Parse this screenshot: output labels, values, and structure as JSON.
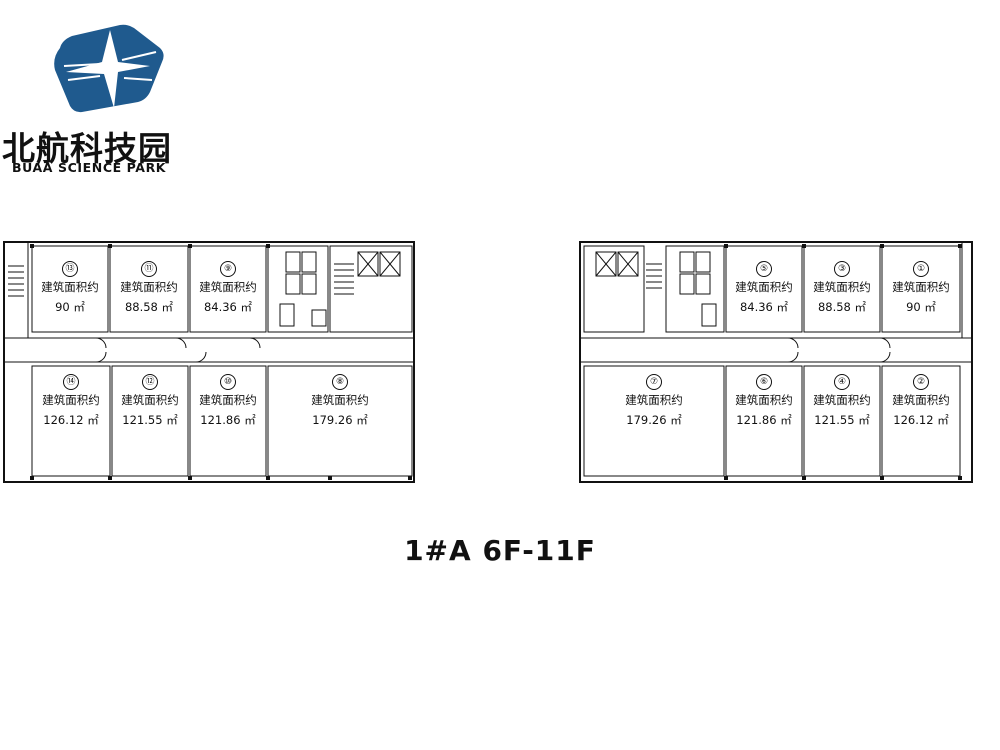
{
  "logo": {
    "name_cn": "北航科技园",
    "name_en": "BUAA SCIENCE PARK"
  },
  "colors": {
    "brand_blue": "#1f5a8e",
    "line": "#111111",
    "background": "#ffffff"
  },
  "area_unit": "㎡",
  "caption": "1#A  6F-11F",
  "left_plan": {
    "rooms": [
      {
        "number": "⑬",
        "label": "建筑面积约",
        "area": "90 ㎡"
      },
      {
        "number": "⑪",
        "label": "建筑面积约",
        "area": "88.58 ㎡"
      },
      {
        "number": "⑨",
        "label": "建筑面积约",
        "area": "84.36 ㎡"
      },
      {
        "number": "⑭",
        "label": "建筑面积约",
        "area": "126.12 ㎡"
      },
      {
        "number": "⑫",
        "label": "建筑面积约",
        "area": "121.55 ㎡"
      },
      {
        "number": "⑩",
        "label": "建筑面积约",
        "area": "121.86 ㎡"
      },
      {
        "number": "⑧",
        "label": "建筑面积约",
        "area": "179.26 ㎡"
      }
    ]
  },
  "right_plan": {
    "rooms": [
      {
        "number": "⑤",
        "label": "建筑面积约",
        "area": "84.36 ㎡"
      },
      {
        "number": "③",
        "label": "建筑面积约",
        "area": "88.58 ㎡"
      },
      {
        "number": "①",
        "label": "建筑面积约",
        "area": "90 ㎡"
      },
      {
        "number": "⑦",
        "label": "建筑面积约",
        "area": "179.26 ㎡"
      },
      {
        "number": "⑥",
        "label": "建筑面积约",
        "area": "121.86 ㎡"
      },
      {
        "number": "④",
        "label": "建筑面积约",
        "area": "121.55 ㎡"
      },
      {
        "number": "②",
        "label": "建筑面积约",
        "area": "126.12 ㎡"
      }
    ]
  }
}
